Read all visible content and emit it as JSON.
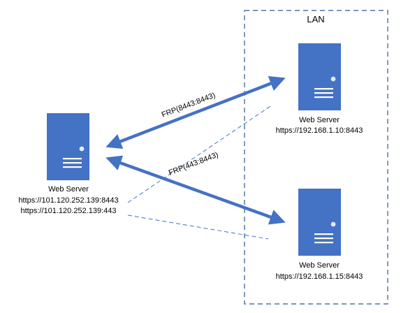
{
  "lan": {
    "title": "LAN"
  },
  "links": {
    "frp_top": "FRP(8443:8443)",
    "frp_bottom": "FRP(443:8443)"
  },
  "servers": {
    "public": {
      "name": "Web Server",
      "addresses": [
        "https://101.120.252.139:8443",
        "https://101.120.252.139:443"
      ]
    },
    "lan_top": {
      "name": "Web Server",
      "address": "https://192.168.1.10:8443"
    },
    "lan_bottom": {
      "name": "Web Server",
      "address": "https://192.168.1.15:8443"
    }
  },
  "colors": {
    "server_fill": "#4472C4",
    "server_light": "#ffffff",
    "link_color": "#4472C4",
    "lan_border": "#2F5597"
  }
}
